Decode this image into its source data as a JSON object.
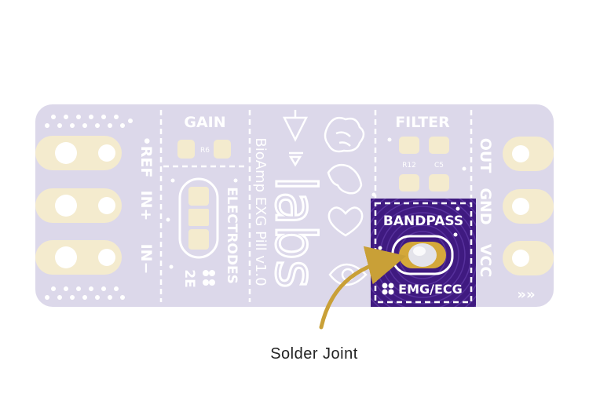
{
  "board": {
    "gain_label": "GAIN",
    "r6_label": "R6",
    "filter_label": "FILTER",
    "r12_label": "R12",
    "c5_label": "C5",
    "electrodes_label": "ELECTRODES",
    "two_e_label": "2E",
    "title_label": "BioAmp EXG Pill v1.0",
    "labs_label": "labs",
    "pin_ref": "•REF",
    "pin_in_plus": "IN+",
    "pin_in_minus": "IN−",
    "pin_out": "OUT",
    "pin_gnd": "GND",
    "pin_vcc": "VCC",
    "bandpass_label": "BANDPASS",
    "emg_ecg_label": "EMG/ECG",
    "chevrons": "»»"
  },
  "caption": "Solder Joint",
  "colors": {
    "board_fill": "#dcd8ea",
    "board_text": "#ffffff",
    "pad_gold": "#f4ebce",
    "highlight_purple": "#3f1a80",
    "highlight_gold": "#d4a83a",
    "arrow_gold": "#c9a037"
  }
}
